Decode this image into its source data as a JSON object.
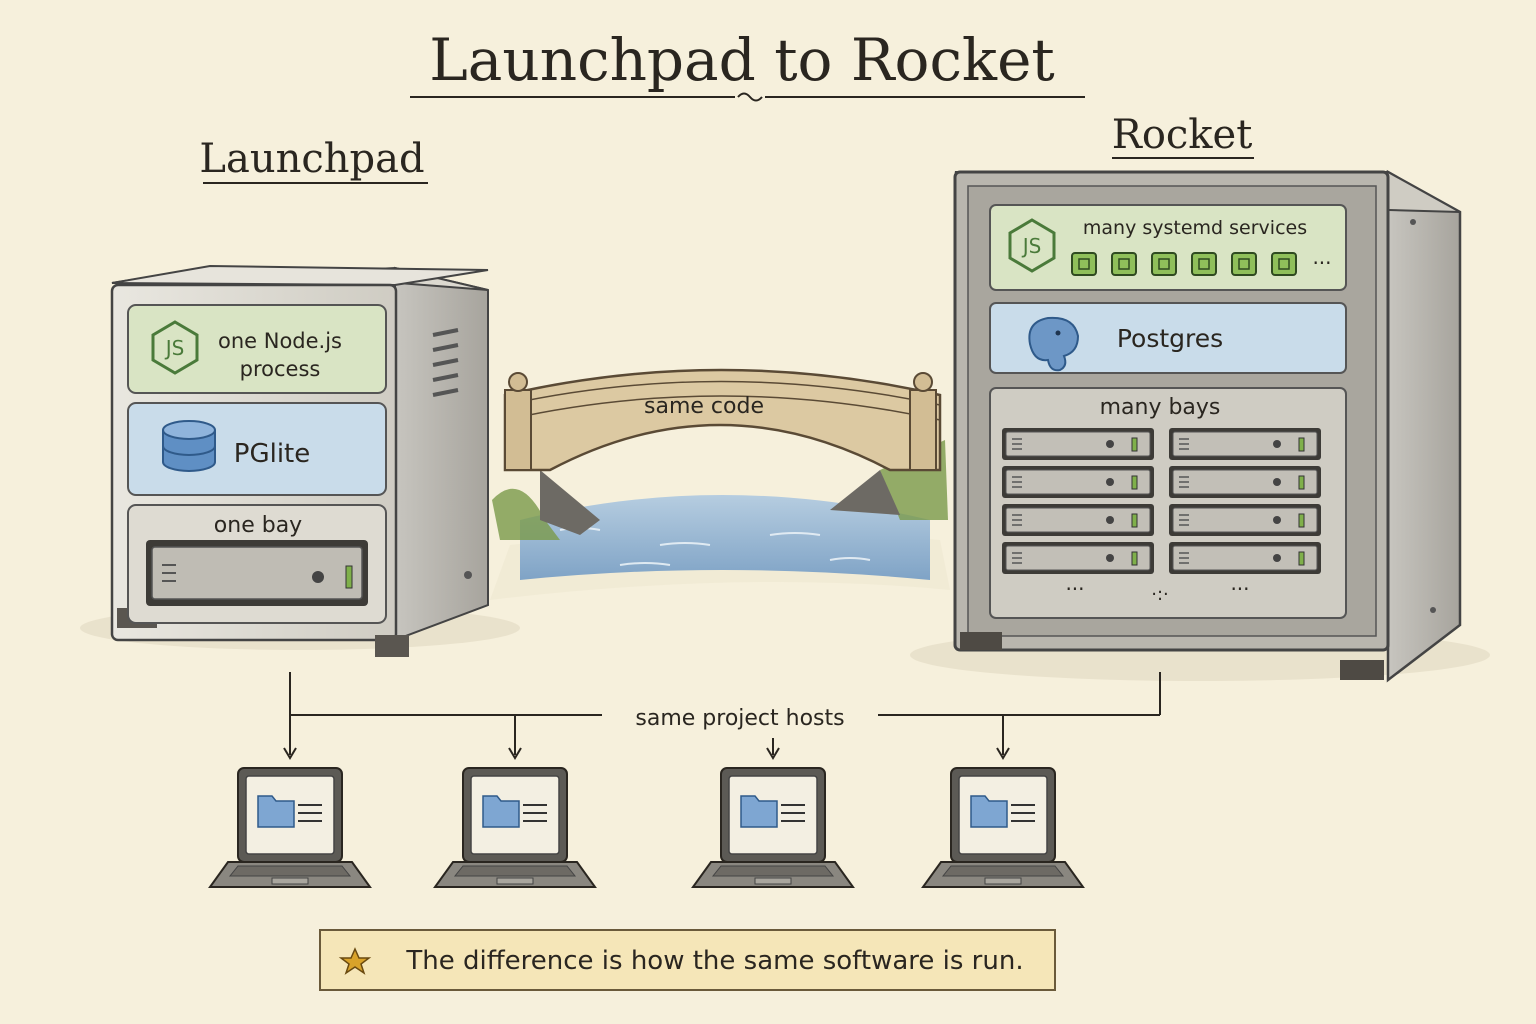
{
  "title": "Launchpad to Rocket",
  "launchpad": {
    "heading": "Launchpad",
    "process_line1": "one Node.js",
    "process_line2": "process",
    "db_label": "PGlite",
    "bay_label": "one bay",
    "js_badge": "JS"
  },
  "rocket": {
    "heading": "Rocket",
    "services_label": "many systemd services",
    "services_ellipsis": "···",
    "db_label": "Postgres",
    "bays_label": "many bays",
    "bays_ellipsis_left": "···",
    "bays_ellipsis_mid": "·:·",
    "bays_ellipsis_right": "···",
    "js_badge": "JS"
  },
  "bridge": {
    "label": "same code"
  },
  "hosts": {
    "label": "same project hosts",
    "count": 4
  },
  "footer": {
    "note": "The difference is how the same software is run."
  },
  "colors": {
    "green_panel": "#d9e4c4",
    "blue_panel": "#c9dcea",
    "gray_panel": "#dedbd2",
    "note_bg": "#f5e6b8",
    "water": "#8fb1cf",
    "folder": "#7ea6d2"
  }
}
